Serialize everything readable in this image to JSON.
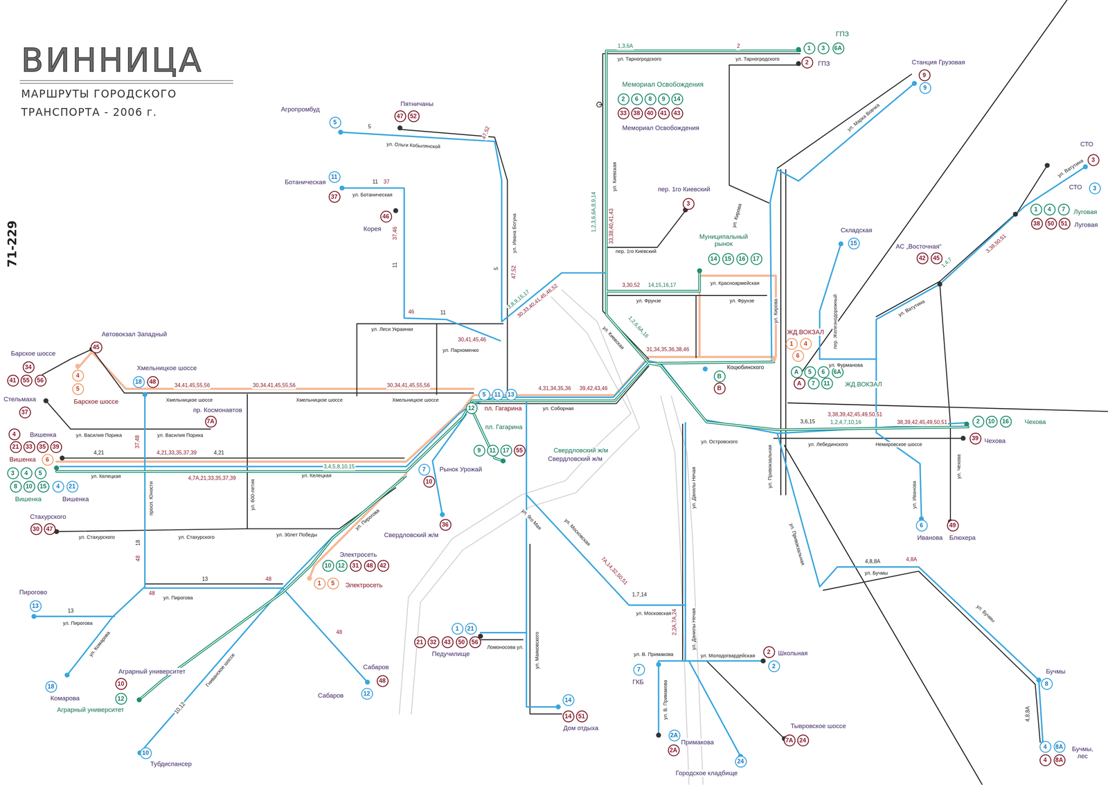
{
  "diagram": {
    "title": "ВИННИЦА",
    "caption": "МАРШРУТЫ ГОРОДСКОГО ТРАНСПОРТА - 2006 г.",
    "nodes": [
      {
        "text": [
          "1"
        ]
      },
      {
        "text": [
          "3"
        ]
      },
      {
        "text": [
          "6А"
        ]
      },
      {
        "text": [
          "2"
        ]
      },
      {
        "text": [
          "9"
        ]
      },
      {
        "text": [
          "9"
        ]
      },
      {
        "text": [
          "2"
        ]
      },
      {
        "text": [
          "6"
        ]
      },
      {
        "text": [
          "8"
        ]
      },
      {
        "text": [
          "9"
        ]
      },
      {
        "text": [
          "14"
        ]
      },
      {
        "text": [
          "33"
        ]
      },
      {
        "text": [
          "38"
        ]
      },
      {
        "text": [
          "40"
        ]
      },
      {
        "text": [
          "41"
        ]
      },
      {
        "text": [
          "43"
        ]
      },
      {
        "text": [
          "47"
        ]
      },
      {
        "text": [
          "52"
        ]
      },
      {
        "text": [
          "5"
        ]
      },
      {
        "text": [
          "3"
        ]
      },
      {
        "text": [
          "11"
        ]
      },
      {
        "text": [
          "3"
        ]
      },
      {
        "text": [
          "37"
        ]
      },
      {
        "text": [
          "3"
        ]
      },
      {
        "text": [
          "1"
        ]
      },
      {
        "text": [
          "4"
        ]
      },
      {
        "text": [
          "7"
        ]
      },
      {
        "text": [
          "46"
        ]
      },
      {
        "text": [
          "38"
        ]
      },
      {
        "text": [
          "50"
        ]
      },
      {
        "text": [
          "51"
        ]
      },
      {
        "text": [
          "15"
        ]
      },
      {
        "text": [
          "42"
        ]
      },
      {
        "text": [
          "45"
        ]
      },
      {
        "text": [
          "14"
        ]
      },
      {
        "text": [
          "15"
        ]
      },
      {
        "text": [
          "16"
        ]
      },
      {
        "text": [
          "17"
        ]
      },
      {
        "text": [
          "1"
        ]
      },
      {
        "text": [
          "4"
        ]
      },
      {
        "text": [
          "45"
        ]
      },
      {
        "text": [
          "6"
        ]
      },
      {
        "text": [
          "34"
        ]
      },
      {
        "text": [
          "А"
        ]
      },
      {
        "text": [
          "5"
        ]
      },
      {
        "text": [
          "6"
        ]
      },
      {
        "text": [
          "6А"
        ]
      },
      {
        "text": [
          "4"
        ]
      },
      {
        "text": [
          "В"
        ]
      },
      {
        "text": [
          "41"
        ]
      },
      {
        "text": [
          "55"
        ]
      },
      {
        "text": [
          "56"
        ]
      },
      {
        "text": [
          "18"
        ]
      },
      {
        "text": [
          "48"
        ]
      },
      {
        "text": [
          "А"
        ]
      },
      {
        "text": [
          "7"
        ]
      },
      {
        "text": [
          "11"
        ]
      },
      {
        "text": [
          "В"
        ]
      },
      {
        "text": [
          "5"
        ]
      },
      {
        "text": [
          "5"
        ]
      },
      {
        "text": [
          "11"
        ]
      },
      {
        "text": [
          "13"
        ]
      },
      {
        "text": [
          "12"
        ]
      },
      {
        "text": [
          "37"
        ]
      },
      {
        "text": [
          "7А"
        ]
      },
      {
        "text": [
          "2"
        ]
      },
      {
        "text": [
          "10"
        ]
      },
      {
        "text": [
          "16"
        ]
      },
      {
        "text": [
          "4"
        ]
      },
      {
        "text": [
          "39"
        ]
      },
      {
        "text": [
          "21"
        ]
      },
      {
        "text": [
          "33"
        ]
      },
      {
        "text": [
          "35"
        ]
      },
      {
        "text": [
          "39"
        ]
      },
      {
        "text": [
          "9"
        ]
      },
      {
        "text": [
          "11"
        ]
      },
      {
        "text": [
          "17"
        ]
      },
      {
        "text": [
          "55"
        ]
      },
      {
        "text": [
          "6"
        ]
      },
      {
        "text": [
          "7"
        ]
      },
      {
        "text": [
          "3"
        ]
      },
      {
        "text": [
          "4"
        ]
      },
      {
        "text": [
          "5"
        ]
      },
      {
        "text": [
          "10"
        ]
      },
      {
        "text": [
          "8"
        ]
      },
      {
        "text": [
          "10"
        ]
      },
      {
        "text": [
          "15"
        ]
      },
      {
        "text": [
          "4"
        ]
      },
      {
        "text": [
          "21"
        ]
      },
      {
        "text": [
          "36"
        ]
      },
      {
        "text": [
          "6"
        ]
      },
      {
        "text": [
          "49"
        ]
      },
      {
        "text": [
          "30"
        ]
      },
      {
        "text": [
          "47"
        ]
      },
      {
        "text": [
          "10"
        ]
      },
      {
        "text": [
          "12"
        ]
      },
      {
        "text": [
          "31"
        ]
      },
      {
        "text": [
          "48"
        ]
      },
      {
        "text": [
          "42"
        ]
      },
      {
        "text": [
          "1"
        ]
      },
      {
        "text": [
          "5"
        ]
      },
      {
        "text": [
          "13"
        ]
      },
      {
        "text": [
          "1"
        ]
      },
      {
        "text": [
          "21"
        ]
      },
      {
        "text": [
          "21"
        ]
      },
      {
        "text": [
          "32"
        ]
      },
      {
        "text": [
          "43"
        ]
      },
      {
        "text": [
          "50"
        ]
      },
      {
        "text": [
          "56"
        ]
      },
      {
        "text": [
          "2"
        ]
      },
      {
        "text": [
          "2"
        ]
      },
      {
        "text": [
          "48"
        ]
      },
      {
        "text": [
          "7"
        ]
      },
      {
        "text": [
          "10"
        ]
      },
      {
        "text": [
          "8"
        ]
      },
      {
        "text": [
          "18"
        ]
      },
      {
        "text": [
          "12"
        ]
      },
      {
        "text": [
          "12"
        ]
      },
      {
        "text": [
          "14"
        ]
      },
      {
        "text": [
          "14"
        ]
      },
      {
        "text": [
          "51"
        ]
      },
      {
        "text": [
          "2А"
        ]
      },
      {
        "text": [
          "7А"
        ]
      },
      {
        "text": [
          "24"
        ]
      },
      {
        "text": [
          "4"
        ]
      },
      {
        "text": [
          "8А"
        ]
      },
      {
        "text": [
          "2А"
        ]
      },
      {
        "text": [
          "10"
        ]
      },
      {
        "text": [
          "4"
        ]
      },
      {
        "text": [
          "8А"
        ]
      },
      {
        "text": [
          "24"
        ]
      }
    ],
    "labels": [
      "ГПЗ",
      "ГПЗ",
      "Станция Грузовая",
      "Агропромбуд",
      "Пятничаны",
      "Ботаническая",
      "Корея",
      "Мемориал Освобождения",
      "Мемориал Освобождения",
      "пер. 1го Киевский",
      "Муниципальный рынок",
      "Складская",
      "СТО",
      "СТО",
      "Луговая",
      "Луговая",
      "АС „Восточная“",
      "ЖД.ВОКЗАЛ",
      "ЖД.ВОКЗАЛ",
      "Коцюбинского",
      "Чехова",
      "Чехова",
      "Иванова",
      "Блюхера",
      "Автовокзал Западный",
      "Барское шоссе",
      "Барское шоссе",
      "Хмельницкое шоссе",
      "Стельмаха",
      "пр. Космонавтов",
      "Вишенка",
      "Вишенка",
      "Вишенка",
      "Вишенка",
      "Стахурского",
      "Пирогово",
      "Комарова",
      "Аграрный университет",
      "Аграрный университет",
      "Тубдиспансер",
      "Сабаров",
      "Сабаров",
      "Электросеть",
      "Электросеть",
      "Рынок Урожай",
      "Свердловский ж/м",
      "пл. Гагарина",
      "пл. Гагарина",
      "Свердловский ж/м",
      "Свердловский ж/м",
      "Педучилище",
      "Дом отдыха",
      "Школьная",
      "ГКБ",
      "Примакова",
      "Тывровское шоссе",
      "Городское кладбище",
      "Бучмы",
      "Бучмы, лес",
      "71-229",
      "ул. Тарногродского",
      "ул. Тарногродского",
      "ул. Киевская",
      "ул. Ольги Кобылянской",
      "ул. Ботаническая",
      "ул. Ивана Богуна",
      "ул. Леси Украинки",
      "ул. Пархоменко",
      "Хмельницкое шоссе",
      "Хмельницкое шоссе",
      "Хмельницкое шоссе",
      "ул. Соборная",
      "ул. Келецкая",
      "ул. Келецкая",
      "ул. Стахурского",
      "ул. Стахурского",
      "ул. 30лет Победы",
      "просп. Юности",
      "ул. 600-летия",
      "ул. Пирогова",
      "ул. Пирогова",
      "ул. Пирогова",
      "ул. Комарова",
      "Гниванское шоссе",
      "ул. Маяковского",
      "Ломоносова ул.",
      "ул. Московская",
      "ул. Московская",
      "ул. 9го Мая",
      "ул. Данилы Нечая",
      "ул. Данилы Нечая",
      "ул. В. Примакова",
      "ул. В. Примакова",
      "ул. Молодогвардейская",
      "ул. Островского",
      "ул. Привокзальная",
      "ул. Привокзальная",
      "ул. Лебединского",
      "Немировское шоссе",
      "ул. Бучмы",
      "ул. Бучмы",
      "ул. Ватутина",
      "ул. Ватутина",
      "ул. Чехова",
      "ул. Иванова",
      "ул. Кирова",
      "ул. Кирова",
      "ул. Марка Вовчка",
      "ул. Фрунзе",
      "ул. Фрунзе",
      "ул. Красноармейская",
      "ул. Киевская",
      "ул. Фурманова",
      "пер. Железнодорожный",
      "ул. Василия Порика",
      "ул. Василия Порика",
      "пер. 1го Киевский",
      "1,3,6А",
      "2",
      "1,2,3,6,6А,8,9,14",
      "33,38,40,41,43",
      "5",
      "47,52",
      "11",
      "37",
      "11",
      "37,46",
      "46",
      "11",
      "5",
      "47,52",
      "30,41,45,46",
      "3,8,9,15,17",
      "30,33,40,41,45,46,52",
      "34,41,45,55,56",
      "30,34,41,45,55,56",
      "30,34,41,45,55,56",
      "4,31,34,35,36",
      "39,42,43,46",
      "4,21",
      "4,21,33,35,37,39",
      "4,21",
      "3,4,5,8,10,15",
      "4,7А,21,33,35,37,39",
      "3,30,52",
      "14,15,16,17",
      "31,34,35,36,38,46",
      "1,2,6,6А,16",
      "3,38,39,42,45,49,50,51",
      "3,6,15",
      "1,2,4,7,10,16",
      "38,39,42,45,49,50,51",
      "1,4,7",
      "3,38,50,51",
      "4,8,8А",
      "4,8А",
      "7А,14,32,50,51",
      "1,7,14",
      "2,2А,7А,24",
      "4,8,8А",
      "48",
      "13",
      "48",
      "13",
      "10,12",
      "48",
      "37,48",
      "48",
      "18"
    ]
  }
}
